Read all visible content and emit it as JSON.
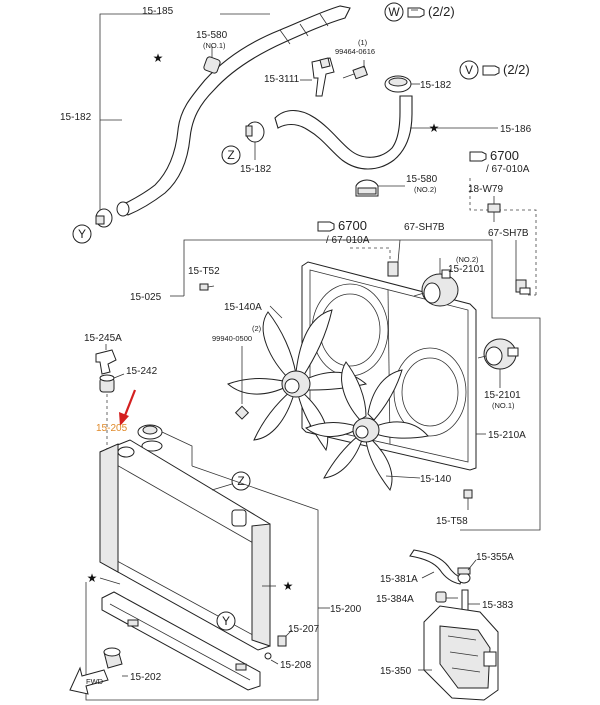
{
  "labels": {
    "l_15_185": "15-185",
    "l_15_580_a": "15-580",
    "l_no1_a": "(NO.1)",
    "l_15_182_left": "15-182",
    "l_99464": "99464-0616",
    "l_paren1": "(1)",
    "l_15_3111": "15-3111",
    "l_15_182_right": "15-182",
    "l_15_186": "15-186",
    "l_15_182_mid": "15-182",
    "l_15_580_b": "15-580",
    "l_no2_a": "(NO.2)",
    "l_6700_a": "6700",
    "l_67010a_a": "/ 67-010A",
    "l_18w79": "18-W79",
    "l_6700_b": "6700",
    "l_67010a_b": "/ 67-010A",
    "l_67sh7b_a": "67-SH7B",
    "l_67sh7b_b": "67-SH7B",
    "l_no2_b": "(NO.2)",
    "l_15_2101_a": "15-2101",
    "l_15_t52": "15-T52",
    "l_15_025": "15-025",
    "l_15_140a": "15-140A",
    "l_paren2": "(2)",
    "l_99940": "99940-0500",
    "l_15_245a": "15-245A",
    "l_15_242": "15-242",
    "l_15_205": "15-205",
    "l_15_2101_b": "15-2101",
    "l_no1_b": "(NO.1)",
    "l_15_210a": "15-210A",
    "l_15_140": "15-140",
    "l_15_t58": "15-T58",
    "l_15_355a": "15-355A",
    "l_15_381a": "15-381A",
    "l_15_384a": "15-384A",
    "l_15_383": "15-383",
    "l_15_200": "15-200",
    "l_15_207": "15-207",
    "l_15_208": "15-208",
    "l_15_350": "15-350",
    "l_15_202": "15-202",
    "w_page": "(2/2)",
    "v_page": "(2/2)",
    "fwd": "FWD"
  },
  "refs": {
    "W": "W",
    "V": "V",
    "Z": "Z",
    "Y": "Y"
  },
  "marks": {
    "star": "★"
  },
  "colors": {
    "line": "#333333",
    "highlight": "#e08a2a",
    "arrow": "#d42020"
  },
  "icons": [
    "hand-pointer-icon",
    "star-icon",
    "fwd-arrow-icon",
    "red-arrow-icon"
  ]
}
